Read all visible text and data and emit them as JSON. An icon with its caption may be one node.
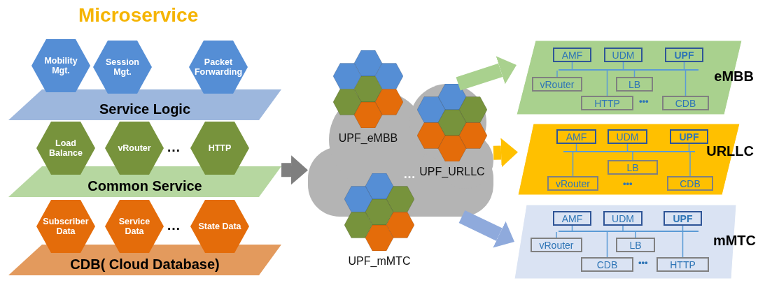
{
  "diagram": {
    "title": "Microservice",
    "nodes": [
      {
        "text": [
          "Service Logic"
        ]
      },
      {
        "text": [
          "Mobility Mgt."
        ]
      },
      {
        "text": [
          "Session Mgt."
        ]
      },
      {
        "text": [
          "Packet Forwarding"
        ]
      },
      {
        "text": [
          "Common Service"
        ]
      },
      {
        "text": [
          "Load Balance"
        ]
      },
      {
        "text": [
          "vRouter"
        ]
      },
      {
        "text": [
          "HTTP"
        ]
      },
      {
        "text": [
          "CDB( Cloud Database)"
        ]
      },
      {
        "text": [
          "Subscriber Data"
        ]
      },
      {
        "text": [
          "Service Data"
        ]
      },
      {
        "text": [
          "State Data"
        ]
      },
      {
        "text": [],
        "shape": "cloud"
      },
      {
        "text": [
          "UPF_eMBB"
        ]
      },
      {
        "text": [
          "UPF_URLLC"
        ]
      },
      {
        "text": [
          "UPF_mMTC"
        ]
      },
      {
        "text": [
          "eMBB"
        ]
      },
      {
        "text": [
          "AMF"
        ],
        "in": 16
      },
      {
        "text": [
          "UDM"
        ],
        "in": 16
      },
      {
        "text": [
          "UPF"
        ],
        "in": 16
      },
      {
        "text": [
          "vRouter"
        ],
        "in": 16
      },
      {
        "text": [
          "LB"
        ],
        "in": 16
      },
      {
        "text": [
          "HTTP"
        ],
        "in": 16
      },
      {
        "text": [
          "CDB"
        ],
        "in": 16
      },
      {
        "text": [],
        "shape": "bar",
        "in": 16
      },
      {
        "text": [
          "URLLC"
        ]
      },
      {
        "text": [
          "AMF"
        ],
        "in": 25
      },
      {
        "text": [
          "UDM"
        ],
        "in": 25
      },
      {
        "text": [
          "UPF"
        ],
        "in": 25
      },
      {
        "text": [
          "LB"
        ],
        "in": 25
      },
      {
        "text": [
          "vRouter"
        ],
        "in": 25
      },
      {
        "text": [
          "CDB"
        ],
        "in": 25
      },
      {
        "text": [],
        "shape": "bar",
        "in": 25
      },
      {
        "text": [
          "mMTC"
        ]
      },
      {
        "text": [
          "AMF"
        ],
        "in": 33
      },
      {
        "text": [
          "UDM"
        ],
        "in": 33
      },
      {
        "text": [
          "UPF"
        ],
        "in": 33
      },
      {
        "text": [
          "vRouter"
        ],
        "in": 33
      },
      {
        "text": [
          "LB"
        ],
        "in": 33
      },
      {
        "text": [
          "CDB"
        ],
        "in": 33
      },
      {
        "text": [
          "HTTP"
        ],
        "in": 33
      },
      {
        "text": [],
        "shape": "bar",
        "in": 33
      }
    ],
    "edges": [
      {
        "from": 4,
        "to": 12,
        "arrow": "to",
        "style": "thick",
        "color": "#7f7f7f"
      },
      {
        "from": 12,
        "to": 16,
        "arrow": "to",
        "style": "thick",
        "color": "#a9d18e"
      },
      {
        "from": 12,
        "to": 25,
        "arrow": "to",
        "style": "thick",
        "color": "#ffc000"
      },
      {
        "from": 12,
        "to": 33,
        "arrow": "to",
        "style": "thick",
        "color": "#8faadc"
      },
      {
        "from": 17,
        "to": 24,
        "arrow": "none"
      },
      {
        "from": 24,
        "to": 20,
        "arrow": "none"
      },
      {
        "from": 18,
        "to": 24,
        "arrow": "none"
      },
      {
        "from": 24,
        "to": 21,
        "arrow": "none"
      },
      {
        "from": 19,
        "to": 24,
        "arrow": "none"
      },
      {
        "from": 24,
        "to": 23,
        "arrow": "none"
      },
      {
        "from": 22,
        "to": 24,
        "arrow": "none"
      },
      {
        "from": 26,
        "to": 32,
        "arrow": "none"
      },
      {
        "from": 32,
        "to": 30,
        "arrow": "none"
      },
      {
        "from": 27,
        "to": 32,
        "arrow": "none"
      },
      {
        "from": 32,
        "to": 29,
        "arrow": "none"
      },
      {
        "from": 28,
        "to": 32,
        "arrow": "none"
      },
      {
        "from": 32,
        "to": 31,
        "arrow": "none"
      },
      {
        "from": 34,
        "to": 41,
        "arrow": "none"
      },
      {
        "from": 41,
        "to": 37,
        "arrow": "none"
      },
      {
        "from": 35,
        "to": 41,
        "arrow": "none"
      },
      {
        "from": 41,
        "to": 38,
        "arrow": "none"
      },
      {
        "from": 36,
        "to": 41,
        "arrow": "none"
      },
      {
        "from": 41,
        "to": 40,
        "arrow": "none"
      },
      {
        "from": 39,
        "to": 41,
        "arrow": "none"
      }
    ],
    "labels": [
      "…",
      "…",
      "…",
      "•••",
      "•••",
      "•••"
    ]
  }
}
